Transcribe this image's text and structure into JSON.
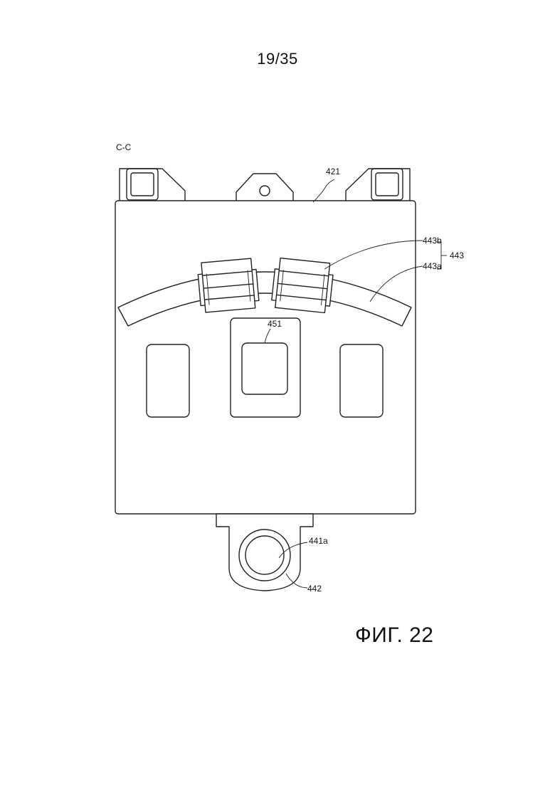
{
  "header": {
    "page_number": "19/35"
  },
  "drawing": {
    "section_label": "C-C",
    "labels": {
      "frame": "421",
      "upper_part": "443b",
      "lower_part": "443a",
      "assembly": "443",
      "window": "451",
      "ring_inner": "441a",
      "ring_outer": "442"
    }
  },
  "caption": {
    "figure_label": "ФИГ. 22"
  }
}
